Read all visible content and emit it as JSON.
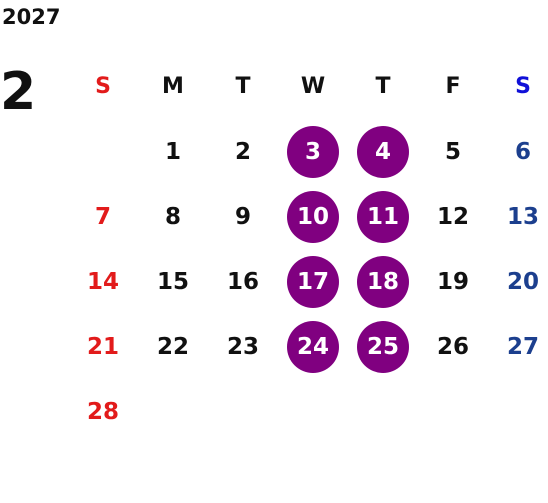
{
  "year": "2027",
  "month": "2",
  "colors": {
    "sunday": "#e21b1b",
    "saturday_header": "#1010d8",
    "saturday": "#1c3f8e",
    "highlight": "#800080",
    "text": "#111111"
  },
  "weekdays": [
    "S",
    "M",
    "T",
    "W",
    "T",
    "F",
    "S"
  ],
  "weeks": [
    [
      "",
      "1",
      "2",
      "3",
      "4",
      "5",
      "6"
    ],
    [
      "7",
      "8",
      "9",
      "10",
      "11",
      "12",
      "13"
    ],
    [
      "14",
      "15",
      "16",
      "17",
      "18",
      "19",
      "20"
    ],
    [
      "21",
      "22",
      "23",
      "24",
      "25",
      "26",
      "27"
    ],
    [
      "28",
      "",
      "",
      "",
      "",
      "",
      ""
    ]
  ],
  "highlighted_days": [
    "3",
    "4",
    "10",
    "11",
    "17",
    "18",
    "24",
    "25"
  ]
}
